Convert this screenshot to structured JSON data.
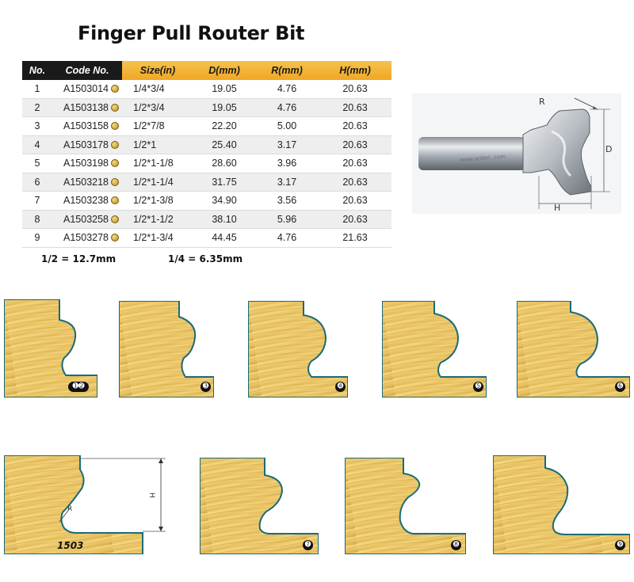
{
  "title": "Finger Pull Router Bit",
  "table": {
    "headers": [
      "No.",
      "Code No.",
      "Size(in)",
      "D(mm)",
      "R(mm)",
      "H(mm)"
    ],
    "rows": [
      [
        "1",
        "A1503014",
        "1/4*3/4",
        "19.05",
        "4.76",
        "20.63"
      ],
      [
        "2",
        "A1503138",
        "1/2*3/4",
        "19.05",
        "4.76",
        "20.63"
      ],
      [
        "3",
        "A1503158",
        "1/2*7/8",
        "22.20",
        "5.00",
        "20.63"
      ],
      [
        "4",
        "A1503178",
        "1/2*1",
        "25.40",
        "3.17",
        "20.63"
      ],
      [
        "5",
        "A1503198",
        "1/2*1-1/8",
        "28.60",
        "3.96",
        "20.63"
      ],
      [
        "6",
        "A1503218",
        "1/2*1-1/4",
        "31.75",
        "3.17",
        "20.63"
      ],
      [
        "7",
        "A1503238",
        "1/2*1-3/8",
        "34.90",
        "3.56",
        "20.63"
      ],
      [
        "8",
        "A1503258",
        "1/2*1-1/2",
        "38.10",
        "5.96",
        "20.63"
      ],
      [
        "9",
        "A1503278",
        "1/2*1-3/4",
        "44.45",
        "4.76",
        "21.63"
      ]
    ]
  },
  "conversions": [
    "1/2 = 12.7mm",
    "1/4 = 6.35mm"
  ],
  "bit_image": {
    "labels": {
      "r": "R",
      "d": "D",
      "h": "H"
    },
    "watermark": "www.arden..com"
  },
  "profiles": {
    "row1": [
      "➊➋",
      "➌",
      "➍",
      "➎",
      "➏"
    ],
    "row2_label": "1503",
    "row2_dim_h": "H",
    "row2_dim_r": "R",
    "row2": [
      "➐",
      "➑",
      "➒"
    ]
  },
  "colors": {
    "wood_light": "#f2d27a",
    "wood_dark": "#c99b35",
    "edge": "#1a6b78",
    "header_dark": "#1a1a1a",
    "header_gold": "#f0a726"
  }
}
